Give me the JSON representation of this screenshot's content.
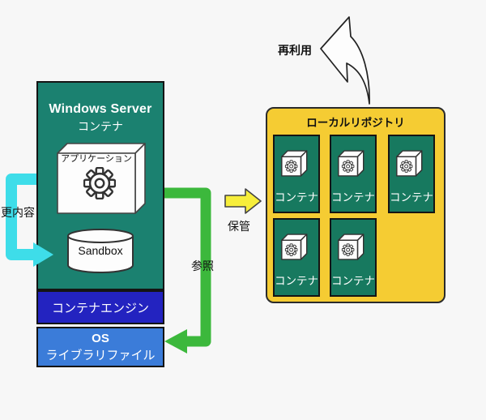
{
  "server": {
    "title": "Windows Server",
    "subtitle": "コンテナ",
    "app_label": "アプリケーション",
    "sandbox_label": "Sandbox",
    "engine_label": "コンテナエンジン",
    "os_label": "OS",
    "library_label": "ライブラリファイル"
  },
  "repository": {
    "title": "ローカルリポジトリ",
    "tiles": [
      {
        "label": "コンテナ"
      },
      {
        "label": "コンテナ"
      },
      {
        "label": "コンテナ"
      },
      {
        "label": "コンテナ"
      },
      {
        "label": "コンテナ"
      }
    ]
  },
  "labels": {
    "update": "更内容",
    "store": "保管",
    "reference": "参照",
    "reuse": "再利用"
  },
  "colors": {
    "server_green": "#1b8170",
    "tile_green": "#17795f",
    "engine_blue": "#2323c0",
    "os_blue": "#3b7cd9",
    "repo_yellow": "#f5cc33",
    "update_arrow_cyan": "#3edde9",
    "reference_arrow_green": "#3cb83c",
    "store_arrow_yellow": "#f7ee3b",
    "background": "#f7f7f7"
  }
}
